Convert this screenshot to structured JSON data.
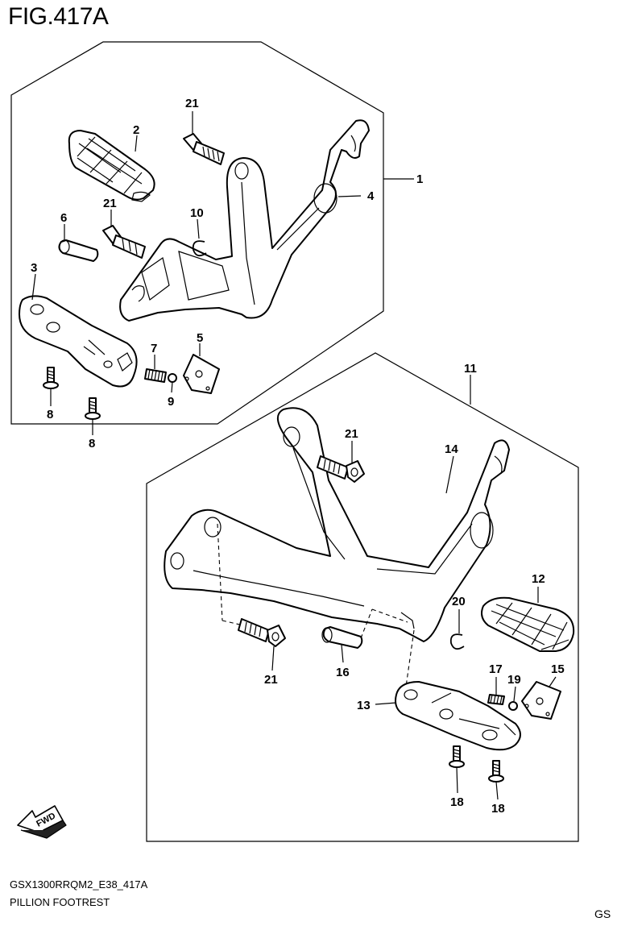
{
  "figure": {
    "title": "FIG.417A"
  },
  "footer": {
    "model_code": "GSX1300RRQM2_E38_417A",
    "group_name": "PILLION FOOTREST",
    "corner_tag": "GS"
  },
  "fwd_label": "FWD",
  "callouts": {
    "c1": "1",
    "c2": "2",
    "c3": "3",
    "c4": "4",
    "c5": "5",
    "c6": "6",
    "c7": "7",
    "c8a": "8",
    "c8b": "8",
    "c9": "9",
    "c10": "10",
    "c11": "11",
    "c12": "12",
    "c13": "13",
    "c14": "14",
    "c15": "15",
    "c16": "16",
    "c17": "17",
    "c18a": "18",
    "c18b": "18",
    "c19": "19",
    "c20": "20",
    "c21a": "21",
    "c21b": "21",
    "c21c": "21",
    "c21d": "21"
  }
}
